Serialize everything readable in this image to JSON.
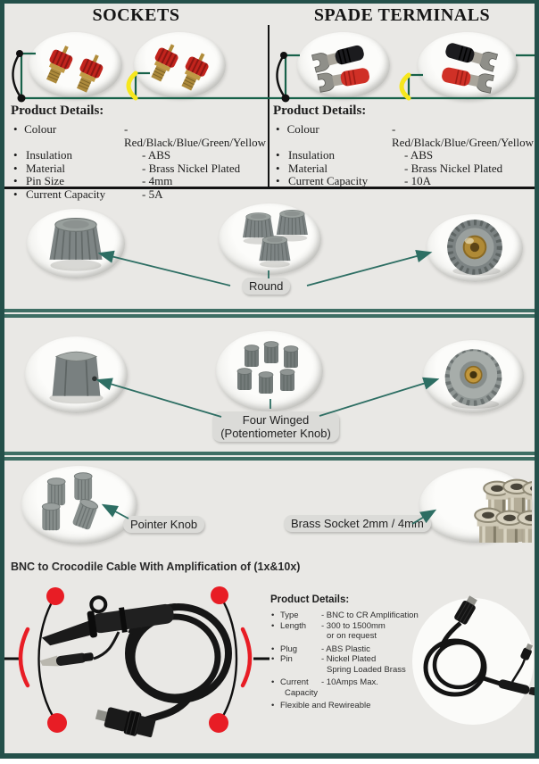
{
  "sections": {
    "sockets": {
      "title": "SOCKETS",
      "details_heading": "Product Details:",
      "details": [
        {
          "label": "Colour",
          "value": "- Red/Black/Blue/Green/Yellow"
        },
        {
          "label": "Insulation",
          "value": "- ABS"
        },
        {
          "label": "Material",
          "value": "- Brass Nickel Plated"
        },
        {
          "label": "Pin Size",
          "value": "- 4mm"
        },
        {
          "label": "Current Capacity",
          "value": "- 5A"
        }
      ]
    },
    "spade": {
      "title": "SPADE TERMINALS",
      "details_heading": "Product Details:",
      "details": [
        {
          "label": "Colour",
          "value": "- Red/Black/Blue/Green/Yellow"
        },
        {
          "label": "Insulation",
          "value": "- ABS"
        },
        {
          "label": "Material",
          "value": "- Brass Nickel Plated"
        },
        {
          "label": "Current Capacity",
          "value": "- 10A"
        }
      ]
    },
    "round": {
      "label": "Round"
    },
    "four_winged": {
      "line1": "Four Winged",
      "line2": "(Potentiometer Knob)"
    },
    "pointer": {
      "label": "Pointer Knob"
    },
    "brass": {
      "label": "Brass Socket 2mm / 4mm"
    },
    "bnc": {
      "heading": "BNC to Crocodile Cable With Amplification of (1x&10x)",
      "details_heading": "Product Details:",
      "details": [
        {
          "label": "Type",
          "value": "- BNC to CR Amplification"
        },
        {
          "label": "Length",
          "value": "- 300 to 1500mm",
          "value_cont": "or on request"
        },
        {
          "label": "Plug",
          "value": "- ABS Plastic"
        },
        {
          "label": "Pin",
          "value": "- Nickel Plated",
          "value_cont": "Spring Loaded Brass"
        },
        {
          "label": "Current",
          "label_cont": "Capacity",
          "value": "- 10Amps Max."
        },
        {
          "label": "Flexible and Rewireable",
          "value": ""
        }
      ]
    }
  },
  "colors": {
    "border_teal": "#24504a",
    "wire_green": "#176149",
    "arrow_teal": "#2d6e63",
    "highlight_yellow": "#f6e71d",
    "marker_red": "#e81d25",
    "page_background": "#e9e8e5"
  }
}
